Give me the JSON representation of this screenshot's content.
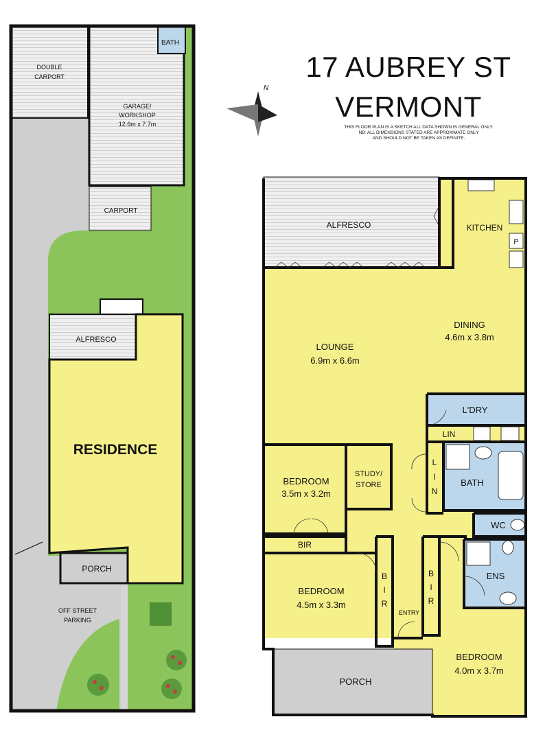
{
  "title": {
    "line1": "17 AUBREY ST",
    "line2": "VERMONT"
  },
  "disclaimer": [
    "THIS FLOOR PLAN IS A SKETCH ALL DATA SHOWN IS GENERAL ONLY.",
    "NB: ALL DIMENSIONS STATED ARE APPROXIMATE ONLY",
    "AND SHOULD NOT BE TAKEN AS DEFINITE."
  ],
  "compass": {
    "label": "N"
  },
  "colors": {
    "floor": "#f6f08a",
    "wet": "#bcd7ec",
    "deck": "#eeeeee",
    "grass": "#8ac45a",
    "paving": "#cfcfcf",
    "wall": "#111111"
  },
  "site_plan": {
    "bath": "BATH",
    "double_carport": [
      "DOUBLE",
      "CARPORT"
    ],
    "garage": [
      "GARAGE/",
      "WORKSHOP",
      "12.6m x 7.7m"
    ],
    "carport": "CARPORT",
    "alfresco": "ALFRESCO",
    "residence": "RESIDENCE",
    "porch": "PORCH",
    "off_street_parking": [
      "OFF STREET",
      "PARKING"
    ]
  },
  "floor_plan": {
    "alfresco": "ALFRESCO",
    "kitchen": "KITCHEN",
    "pantry": "P",
    "dining": {
      "name": "DINING",
      "size": "4.6m x 3.8m"
    },
    "lounge": {
      "name": "LOUNGE",
      "size": "6.9m x 6.6m"
    },
    "laundry": "L'DRY",
    "lin_hall": "LIN",
    "lin_vertical": [
      "L",
      "I",
      "N"
    ],
    "bedroom_2": {
      "name": "BEDROOM",
      "size": "3.5m x 3.2m"
    },
    "study": [
      "STUDY/",
      "STORE"
    ],
    "bath": "BATH",
    "wc": "WC",
    "bir_horizontal": "BIR",
    "bedroom_3": {
      "name": "BEDROOM",
      "size": "4.5m x 3.3m"
    },
    "bir_left": [
      "B",
      "I",
      "R"
    ],
    "bir_right": [
      "B",
      "I",
      "R"
    ],
    "entry": "ENTRY",
    "ens": "ENS",
    "porch": "PORCH",
    "bedroom_1": {
      "name": "BEDROOM",
      "size": "4.0m x 3.7m"
    }
  }
}
